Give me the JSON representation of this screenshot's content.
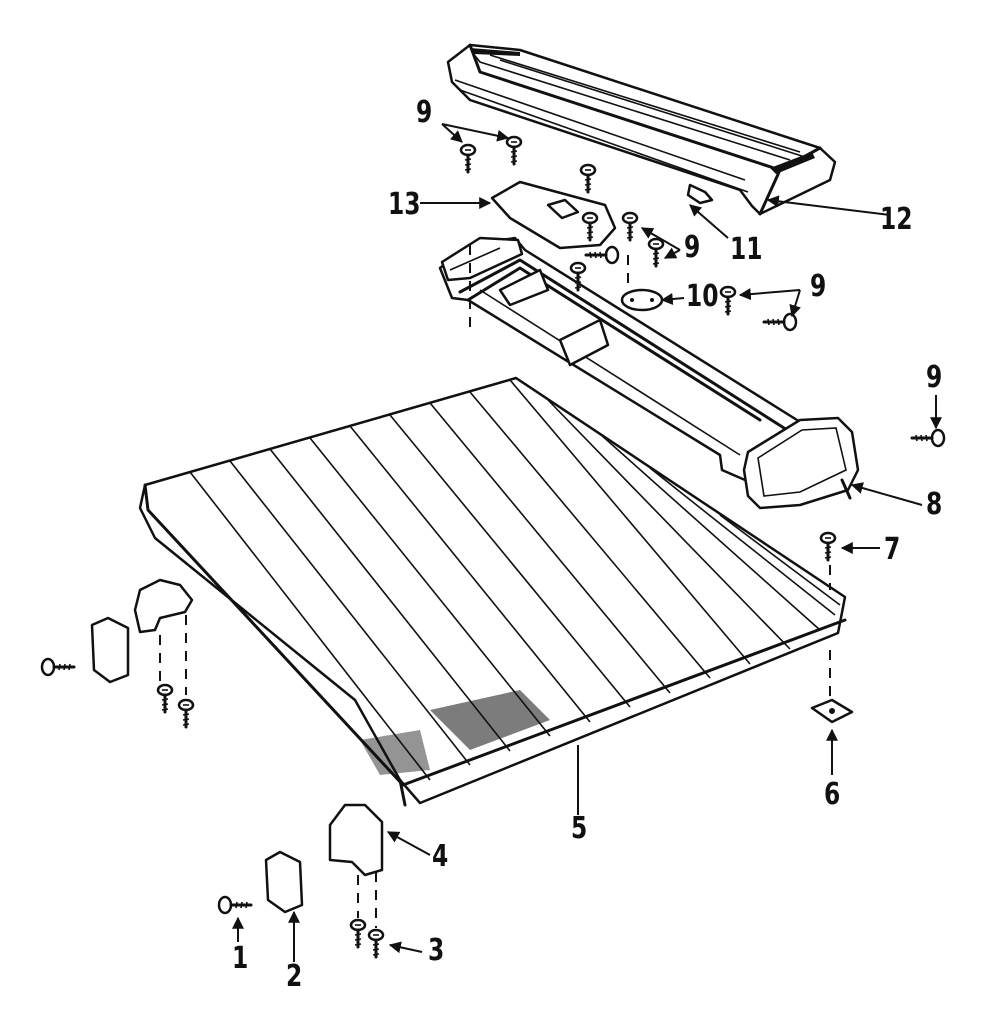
{
  "callouts": {
    "c1": "1",
    "c2": "2",
    "c3": "3",
    "c4": "4",
    "c5": "5",
    "c6": "6",
    "c7": "7",
    "c8": "8",
    "c9a": "9",
    "c9b": "9",
    "c9c": "9",
    "c9d": "9",
    "c10": "10",
    "c11": "11",
    "c12": "12",
    "c13": "13"
  }
}
